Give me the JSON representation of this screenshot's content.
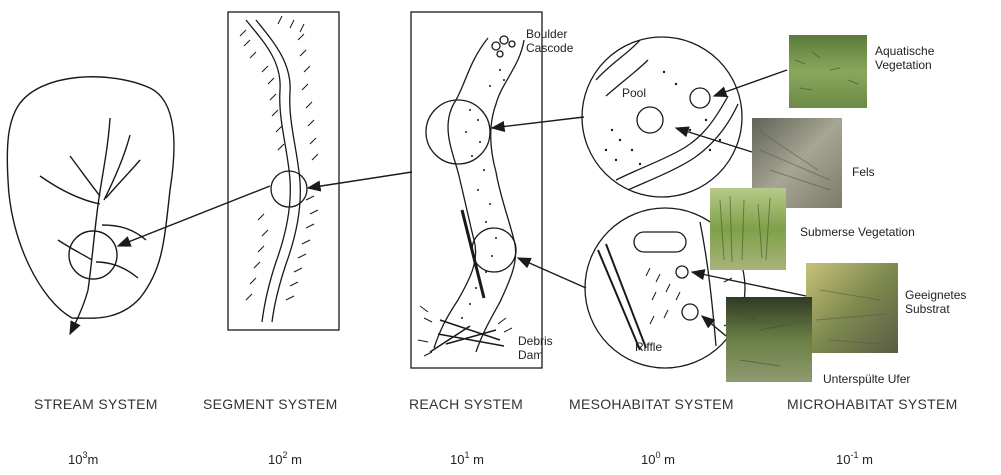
{
  "reach_labels": {
    "boulder_cascade": "Boulder\nCascode",
    "pool": "Pool",
    "riffle": "Riffle",
    "debris_dam": "Debris\nDam"
  },
  "micro_labels": {
    "aquatic": "Aquatische\nVegetation",
    "fels": "Fels",
    "submerse": "Submerse Vegetation",
    "substrat": "Geeignetes\nSubstrat",
    "ufer": "Unterspülte Ufer"
  },
  "systems": [
    {
      "name": "STREAM SYSTEM",
      "base": "10",
      "exp": "3",
      "unit": "m"
    },
    {
      "name": "SEGMENT SYSTEM",
      "base": "10",
      "exp": "2",
      "unit": "m"
    },
    {
      "name": "REACH SYSTEM",
      "base": "10",
      "exp": "1",
      "unit": "m"
    },
    {
      "name": "MESOHABITAT SYSTEM",
      "base": "10",
      "exp": "0",
      "unit": "m"
    },
    {
      "name": "MICROHABITAT SYSTEM",
      "base": "10",
      "exp": "-1",
      "unit": "m"
    }
  ],
  "colors": {
    "line": "#1a1a1a",
    "photo_aquatic": "#7d9a52",
    "photo_fels": "#8f8c7c",
    "photo_submerse": "#9bb36b",
    "photo_substrat": "#9a9a62",
    "photo_ufer": "#4f5e3a"
  }
}
